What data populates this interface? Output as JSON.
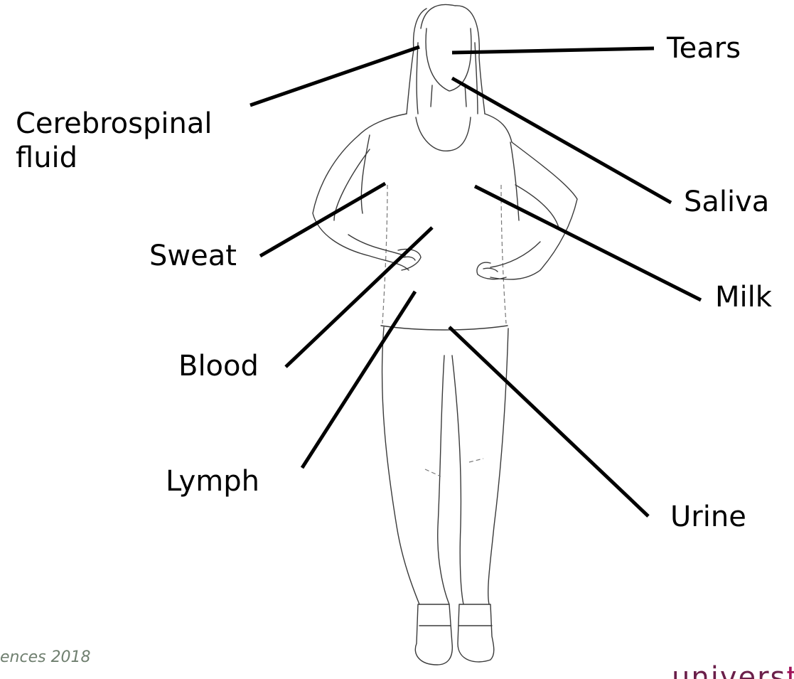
{
  "labels": {
    "tears": "Tears",
    "csf_line1": "Cerebrospinal",
    "csf_line2": "fluid",
    "saliva": "Saliva",
    "sweat": "Sweat",
    "milk": "Milk",
    "blood": "Blood",
    "lymph": "Lymph",
    "urine": "Urine"
  },
  "footer": {
    "credit": "ences 2018",
    "logo_main": "univers",
    "logo_accent": "ti"
  },
  "colors": {
    "label": "#000000",
    "leader": "#000000",
    "credit": "#6f7f6f",
    "logo": "#6b1f4a"
  }
}
